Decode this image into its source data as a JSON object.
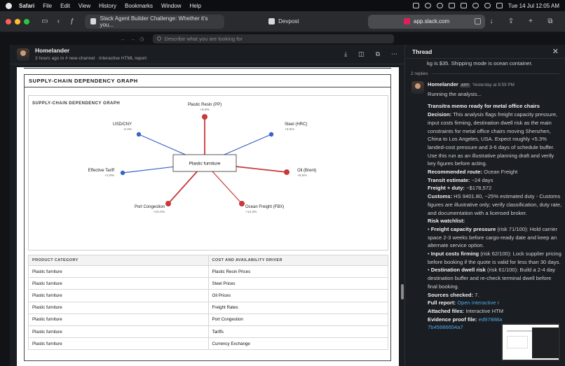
{
  "menubar": {
    "app": "Safari",
    "menus": [
      "File",
      "Edit",
      "View",
      "History",
      "Bookmarks",
      "Window",
      "Help"
    ],
    "clock": "Tue 14 Jul  12:05 AM"
  },
  "browser": {
    "tab_active": "Slack Agent Builder Challenge: Whether it's you...",
    "tab_devpost": "Devpost",
    "url": "app.slack.com"
  },
  "slack": {
    "search_placeholder": "Describe what you are looking for"
  },
  "channel": {
    "author": "Homelander",
    "meta": "3 hours ago in # new-channel  ·  Interactive HTML report"
  },
  "artifact": {
    "card_title": "SUPPLY-CHAIN DEPENDENCY GRAPH",
    "graph_title": "SUPPLY-CHAIN DEPENDENCY GRAPH",
    "center_node": "Plastic furniture",
    "nodes": [
      {
        "name": "Plastic Resin (PP)",
        "change": "+0.9%",
        "color": "#c8393b"
      },
      {
        "name": "Steel (HRC)",
        "change": "+3.6%",
        "color": "#3a63c8"
      },
      {
        "name": "Oil (Brent)",
        "change": "+6.5%",
        "color": "#c8393b"
      },
      {
        "name": "Ocean Freight (FBX)",
        "change": "+14.3%",
        "color": "#c8393b"
      },
      {
        "name": "Port Congestion",
        "change": "+10.4%",
        "color": "#c8393b"
      },
      {
        "name": "Effective Tariff",
        "change": "+2.9%",
        "color": "#3a63c8"
      },
      {
        "name": "USD/CNY",
        "change": "-2.4%",
        "color": "#3a63c8"
      }
    ],
    "table": {
      "headers": [
        "PRODUCT CATEGORY",
        "COST AND AVAILABILITY DRIVER"
      ],
      "rows": [
        [
          "Plastic furniture",
          "Plastic Resin Prices"
        ],
        [
          "Plastic furniture",
          "Steel Prices"
        ],
        [
          "Plastic furniture",
          "Oil Prices"
        ],
        [
          "Plastic furniture",
          "Freight Rates"
        ],
        [
          "Plastic furniture",
          "Port Congestion"
        ],
        [
          "Plastic furniture",
          "Tariffs"
        ],
        [
          "Plastic furniture",
          "Currency Exchange"
        ]
      ]
    }
  },
  "thread": {
    "title": "Thread",
    "previous_line": "kg is $35. Shipping mode is ocean container.",
    "replies": "2 replies",
    "message": {
      "author": "Homelander",
      "badge": "APP",
      "time": "Yesterday at 8:59 PM",
      "running": "Running the analysis...",
      "memo_title": "Transitra memo ready for metal office chairs",
      "decision_label": "Decision:",
      "decision": " This analysis flags freight capacity pressure, input costs firming, destination dwell risk as the main constraints for metal office chairs moving Shenzhen, China to Los Angeles, USA. Expect roughly +5.3% landed-cost pressure and 3-6 days of schedule buffer. Use this run as an illustrative planning draft and verify key figures before acting.",
      "route_label": "Recommended route:",
      "route": " Ocean Freight",
      "transit_label": "Transit estimate:",
      "transit": " ~24 days",
      "freight_label": "Freight + duty:",
      "freight": " ~$178,572",
      "customs_label": "Customs:",
      "customs": " HS 9401.80, ~25% estimated duty - Customs figures are illustrative only; verify classification, duty rate, and documentation with a licensed broker.",
      "watchlist_label": "Risk watchlist:",
      "risks": [
        {
          "label": "Freight capacity pressure",
          "text": " (risk 71/100): Hold carrier space 2-3 weeks before cargo-ready date and keep an alternate service option."
        },
        {
          "label": "Input costs firming",
          "text": " (risk 62/100): Lock supplier pricing before booking if the quote is valid for less than 30 days."
        },
        {
          "label": "Destination dwell risk",
          "text": " (risk 61/100): Build a 2-4 day destination buffer and re-check terminal dwell before final booking."
        }
      ],
      "sources_label": "Sources checked:",
      "sources": " 7.",
      "report_label": "Full report:",
      "report_link": "Open interactive r",
      "attached_label": "Attached files:",
      "attached": " Interactive HTM",
      "evidence_label": "Evidence proof file:",
      "evidence_link": "ed97888a",
      "evidence_link2": "7b45886654a7"
    }
  }
}
